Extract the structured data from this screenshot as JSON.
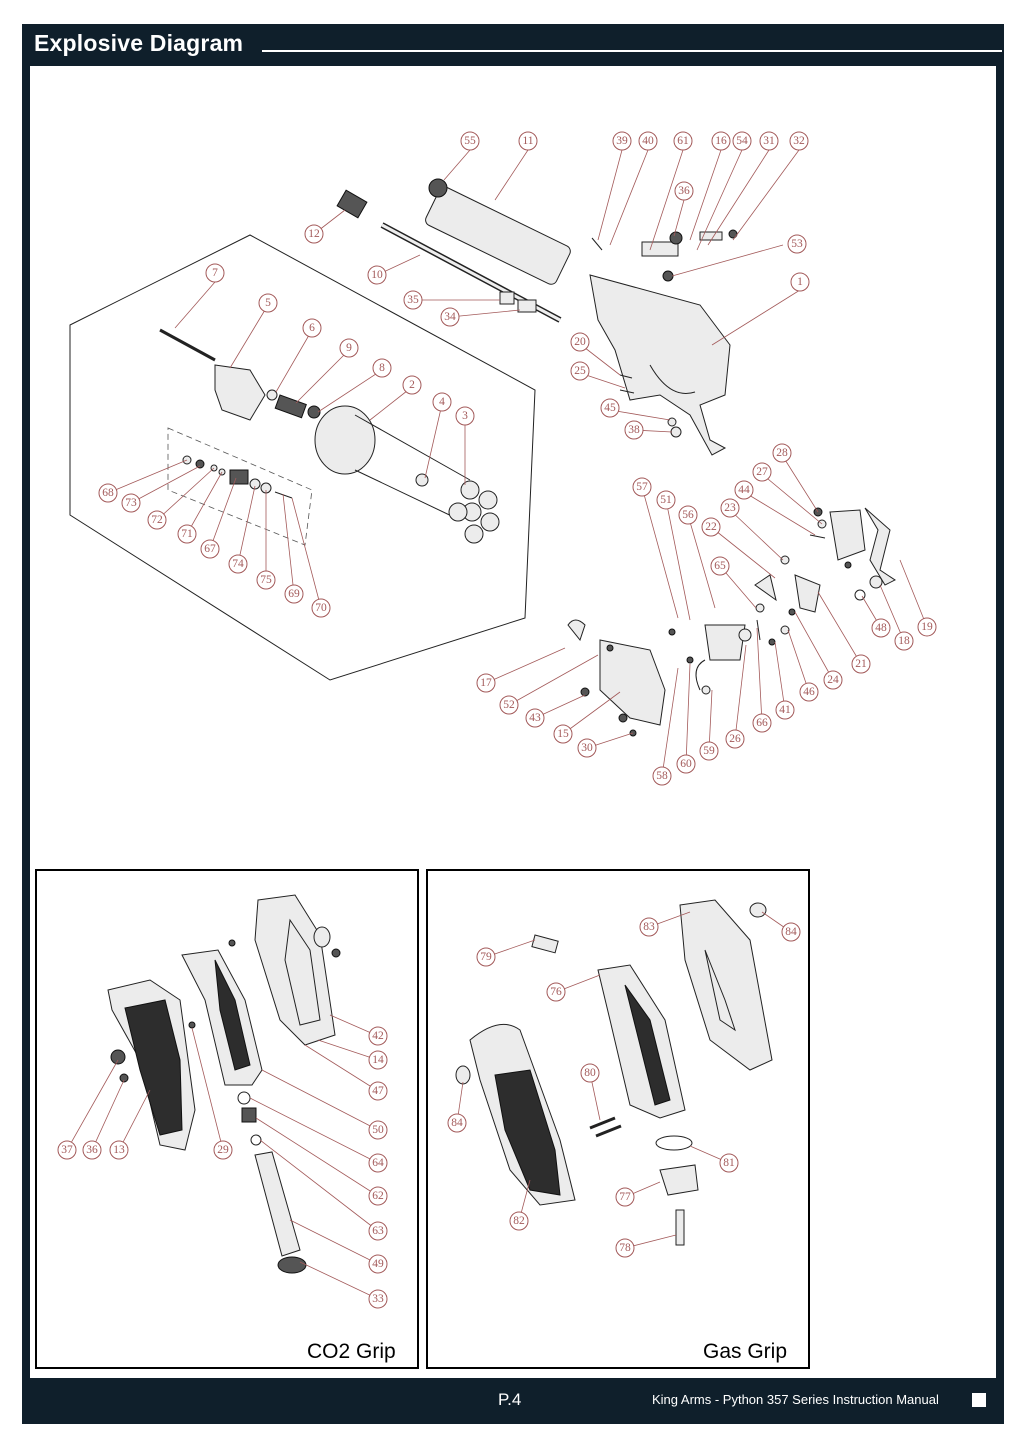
{
  "header": {
    "title": "Explosive Diagram"
  },
  "footer": {
    "page": "P.4",
    "manual": "King Arms - Python 357 Series Instruction Manual"
  },
  "panels": {
    "co2_label": "CO2 Grip",
    "gas_label": "Gas Grip"
  },
  "callouts": {
    "main": [
      "55",
      "11",
      "39",
      "40",
      "61",
      "16",
      "54",
      "31",
      "32",
      "36",
      "53",
      "1",
      "12",
      "10",
      "35",
      "34",
      "7",
      "5",
      "6",
      "9",
      "8",
      "2",
      "4",
      "3",
      "20",
      "25",
      "45",
      "38",
      "68",
      "73",
      "72",
      "71",
      "67",
      "74",
      "75",
      "69",
      "70",
      "28",
      "27",
      "44",
      "57",
      "51",
      "23",
      "56",
      "22",
      "65",
      "19",
      "18",
      "48",
      "21",
      "17",
      "52",
      "43",
      "15",
      "30",
      "58",
      "60",
      "59",
      "26",
      "66",
      "41",
      "46",
      "24"
    ],
    "co2": [
      "42",
      "14",
      "47",
      "50",
      "64",
      "62",
      "63",
      "49",
      "33",
      "37",
      "36",
      "13",
      "29"
    ],
    "gas": [
      "83",
      "84",
      "79",
      "76",
      "80",
      "81",
      "77",
      "78",
      "84",
      "82"
    ]
  }
}
